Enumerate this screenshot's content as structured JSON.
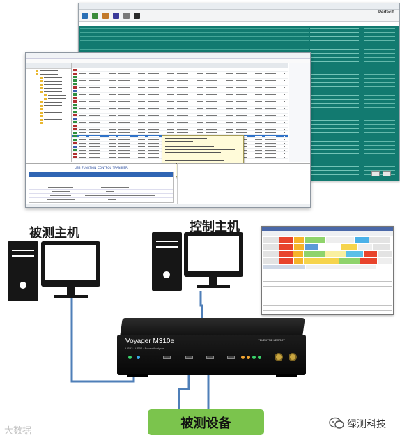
{
  "labels": {
    "dut_host": "被测主机",
    "control_host": "控制主机",
    "dut_device": "被测设备"
  },
  "analyzer": {
    "model_name": "Voyager  M310e",
    "model_subtitle": "USB3 / USB2 / Power Analyzer",
    "brand": "TELEDYNE LECROY"
  },
  "software": {
    "back_window_brand": "Perfeclt",
    "detail_pane_title": "USB_FUNCTION_CONTROL_TRANSFER"
  },
  "watermarks": {
    "left": "大数据",
    "right": "绿测科技"
  },
  "colors": {
    "trace_background": "#127a70",
    "selected_row": "#2f72c8",
    "dut_box": "#7bc44d",
    "wire": "#4f7fb8"
  }
}
